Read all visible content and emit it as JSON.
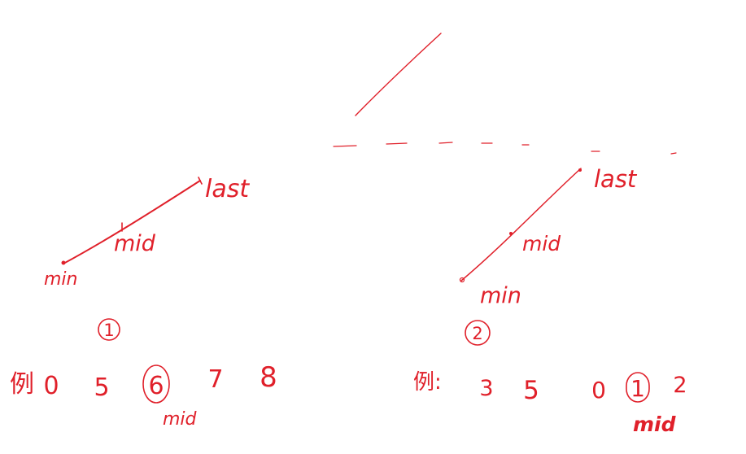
{
  "colors": {
    "ink": "#e0202a"
  },
  "left_diagram": {
    "labels": {
      "last": "last",
      "mid": "mid",
      "min": "min"
    },
    "case_number": "1",
    "example": {
      "prefix": "例",
      "values": [
        "0",
        "5",
        "6",
        "7",
        "8"
      ],
      "circled_index": 2,
      "mid_label": "mid"
    }
  },
  "right_diagram": {
    "labels": {
      "last": "last",
      "mid": "mid",
      "min": "min"
    },
    "case_number": "2",
    "example": {
      "prefix": "例:",
      "values": [
        "3",
        "5",
        "0",
        "1",
        "2"
      ],
      "circled_index": 3,
      "mid_label": "mid"
    }
  }
}
